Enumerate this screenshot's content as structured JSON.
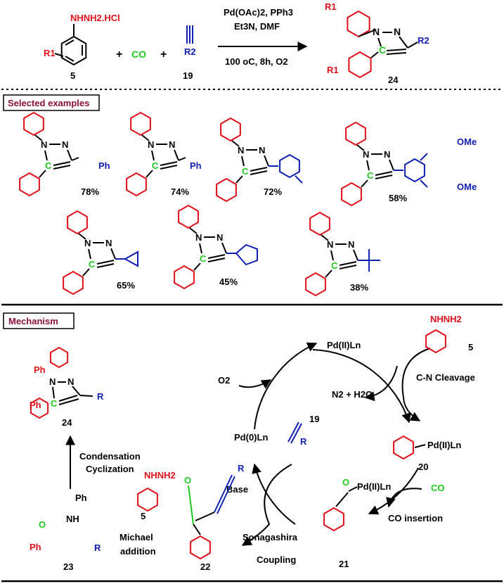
{
  "colors": {
    "aryl": "#e0101a",
    "carbonyl": "#1ec81e",
    "alkyne_substituent": "#1020b0",
    "text": "#000000",
    "section_title": "#8a1038"
  },
  "scheme": {
    "reactant1": {
      "formula": "NHNH2.HCl",
      "substituent": "R1",
      "label": "5"
    },
    "plus": "+",
    "co": "CO",
    "reactant3": {
      "substituent": "R2",
      "label": "19"
    },
    "conditions": {
      "line1": "Pd(OAc)2, PPh3",
      "line2": "Et3N, DMF",
      "line3": "100 oC, 8h, O2"
    },
    "product": {
      "r1": "R1",
      "r2": "R2",
      "n1": "N",
      "n2": "N",
      "c": "C",
      "label": "24"
    }
  },
  "examples": {
    "title": "Selected examples",
    "items": [
      {
        "substituent": "Ph",
        "yield": "78%"
      },
      {
        "substituent": "Ph",
        "yield": "74%"
      },
      {
        "substituent": "",
        "yield": "72%"
      },
      {
        "substituent": "OMe",
        "substituent2": "OMe",
        "yield": "58%"
      },
      {
        "substituent": "",
        "yield": "65%"
      },
      {
        "substituent": "",
        "yield": "45%"
      },
      {
        "substituent": "",
        "yield": "38%"
      }
    ]
  },
  "mechanism": {
    "title": "Mechanism",
    "pd2": "Pd(II)Ln",
    "phenylhydrazine": {
      "formula": "NHNH2",
      "label": "5"
    },
    "cn_cleavage": "C-N Cleavage",
    "n2_h2o": "N2 + H2O",
    "o2": "O2",
    "pd0": "Pd(0)Ln",
    "alkyne": {
      "substituent": "R",
      "label": "19"
    },
    "aryl_pd": {
      "metal": "Pd(II)Ln",
      "label": "20"
    },
    "co": "CO",
    "co_insertion": "CO insertion",
    "acyl_pd": {
      "o": "O",
      "metal": "Pd(II)Ln",
      "label": "21"
    },
    "base": "Base",
    "sonogashira": [
      "Sonagashira",
      "Coupling"
    ],
    "ynone": {
      "o": "O",
      "r": "R",
      "label": "22"
    },
    "hydrazine2": {
      "formula": "NHNH2",
      "label": "5"
    },
    "michael": [
      "Michael",
      "addition"
    ],
    "enaminone": {
      "ph": "Ph",
      "nh": "NH",
      "o": "O",
      "ph2": "Ph",
      "r": "R",
      "label": "23"
    },
    "condensation": [
      "Condensation",
      "Cyclization"
    ],
    "product": {
      "ph1": "Ph",
      "ph2": "Ph",
      "n1": "N",
      "n2": "N",
      "c": "C",
      "r": "R",
      "label": "24"
    }
  }
}
